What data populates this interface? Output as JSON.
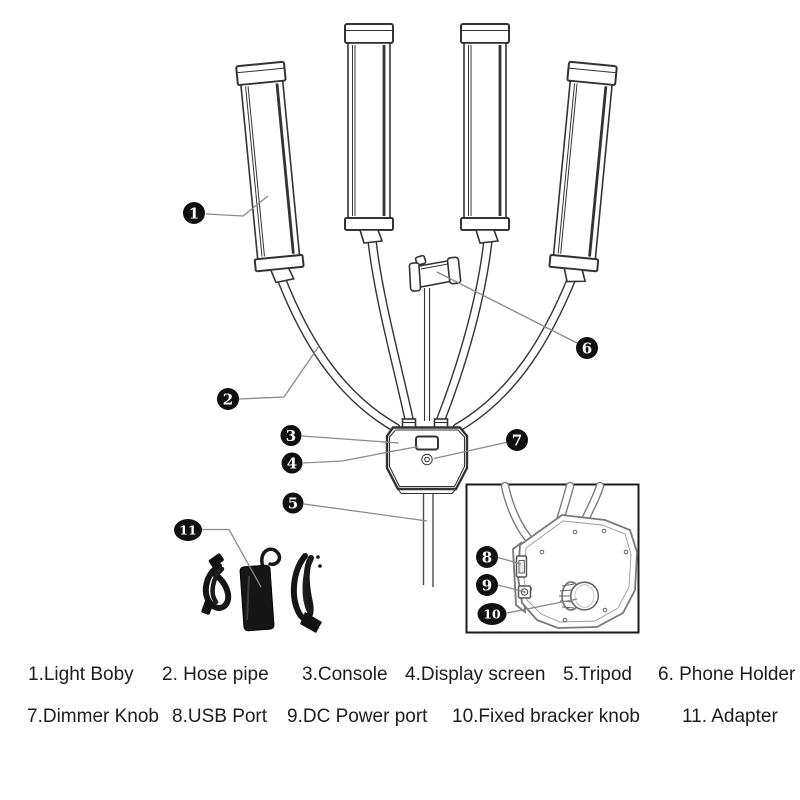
{
  "colors": {
    "bg": "#ffffff",
    "ink": "#333333",
    "insetInk": "#787878",
    "leader": "#8a8a8a",
    "calloutBg": "#101010",
    "calloutText": "#ffffff",
    "text": "#1d1d1d"
  },
  "callouts": {
    "c1": "1",
    "c2": "2",
    "c3": "3",
    "c4": "4",
    "c5": "5",
    "c6": "6",
    "c7": "7",
    "c8": "8",
    "c9": "9",
    "c10": "10",
    "c11": "11"
  },
  "legend": {
    "row1": [
      "1.Light Boby",
      "2. Hose pipe",
      "3.Console",
      "4.Display screen",
      "5.Tripod",
      "6. Phone Holder"
    ],
    "row2": [
      "7.Dimmer Knob",
      "8.USB Port",
      "9.DC Power port",
      "10.Fixed bracker knob",
      "11. Adapter"
    ]
  }
}
